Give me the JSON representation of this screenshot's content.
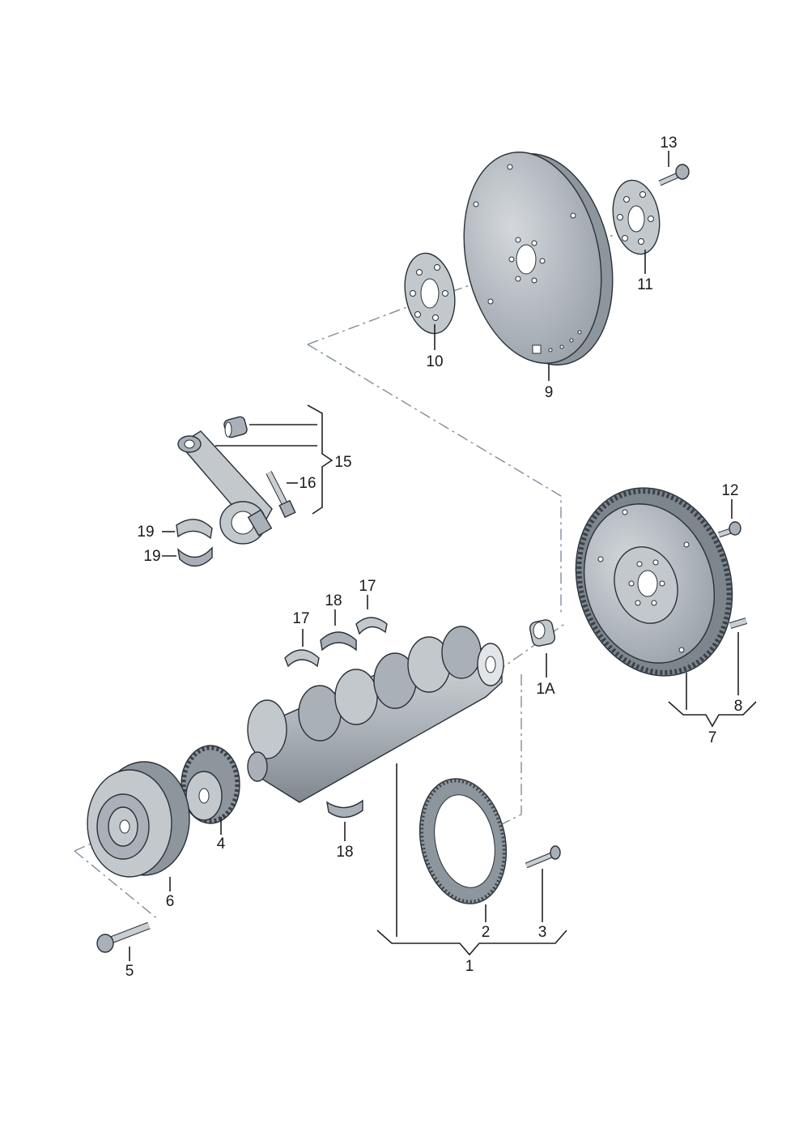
{
  "diagram": {
    "callouts": {
      "c1": "1",
      "c1a": "1A",
      "c2": "2",
      "c3": "3",
      "c4": "4",
      "c5": "5",
      "c6": "6",
      "c7": "7",
      "c8": "8",
      "c9": "9",
      "c10": "10",
      "c11": "11",
      "c12": "12",
      "c13": "13",
      "c15": "15",
      "c16": "16",
      "c17a": "17",
      "c17b": "17",
      "c18a": "18",
      "c18b": "18",
      "c19a": "19",
      "c19b": "19"
    }
  }
}
